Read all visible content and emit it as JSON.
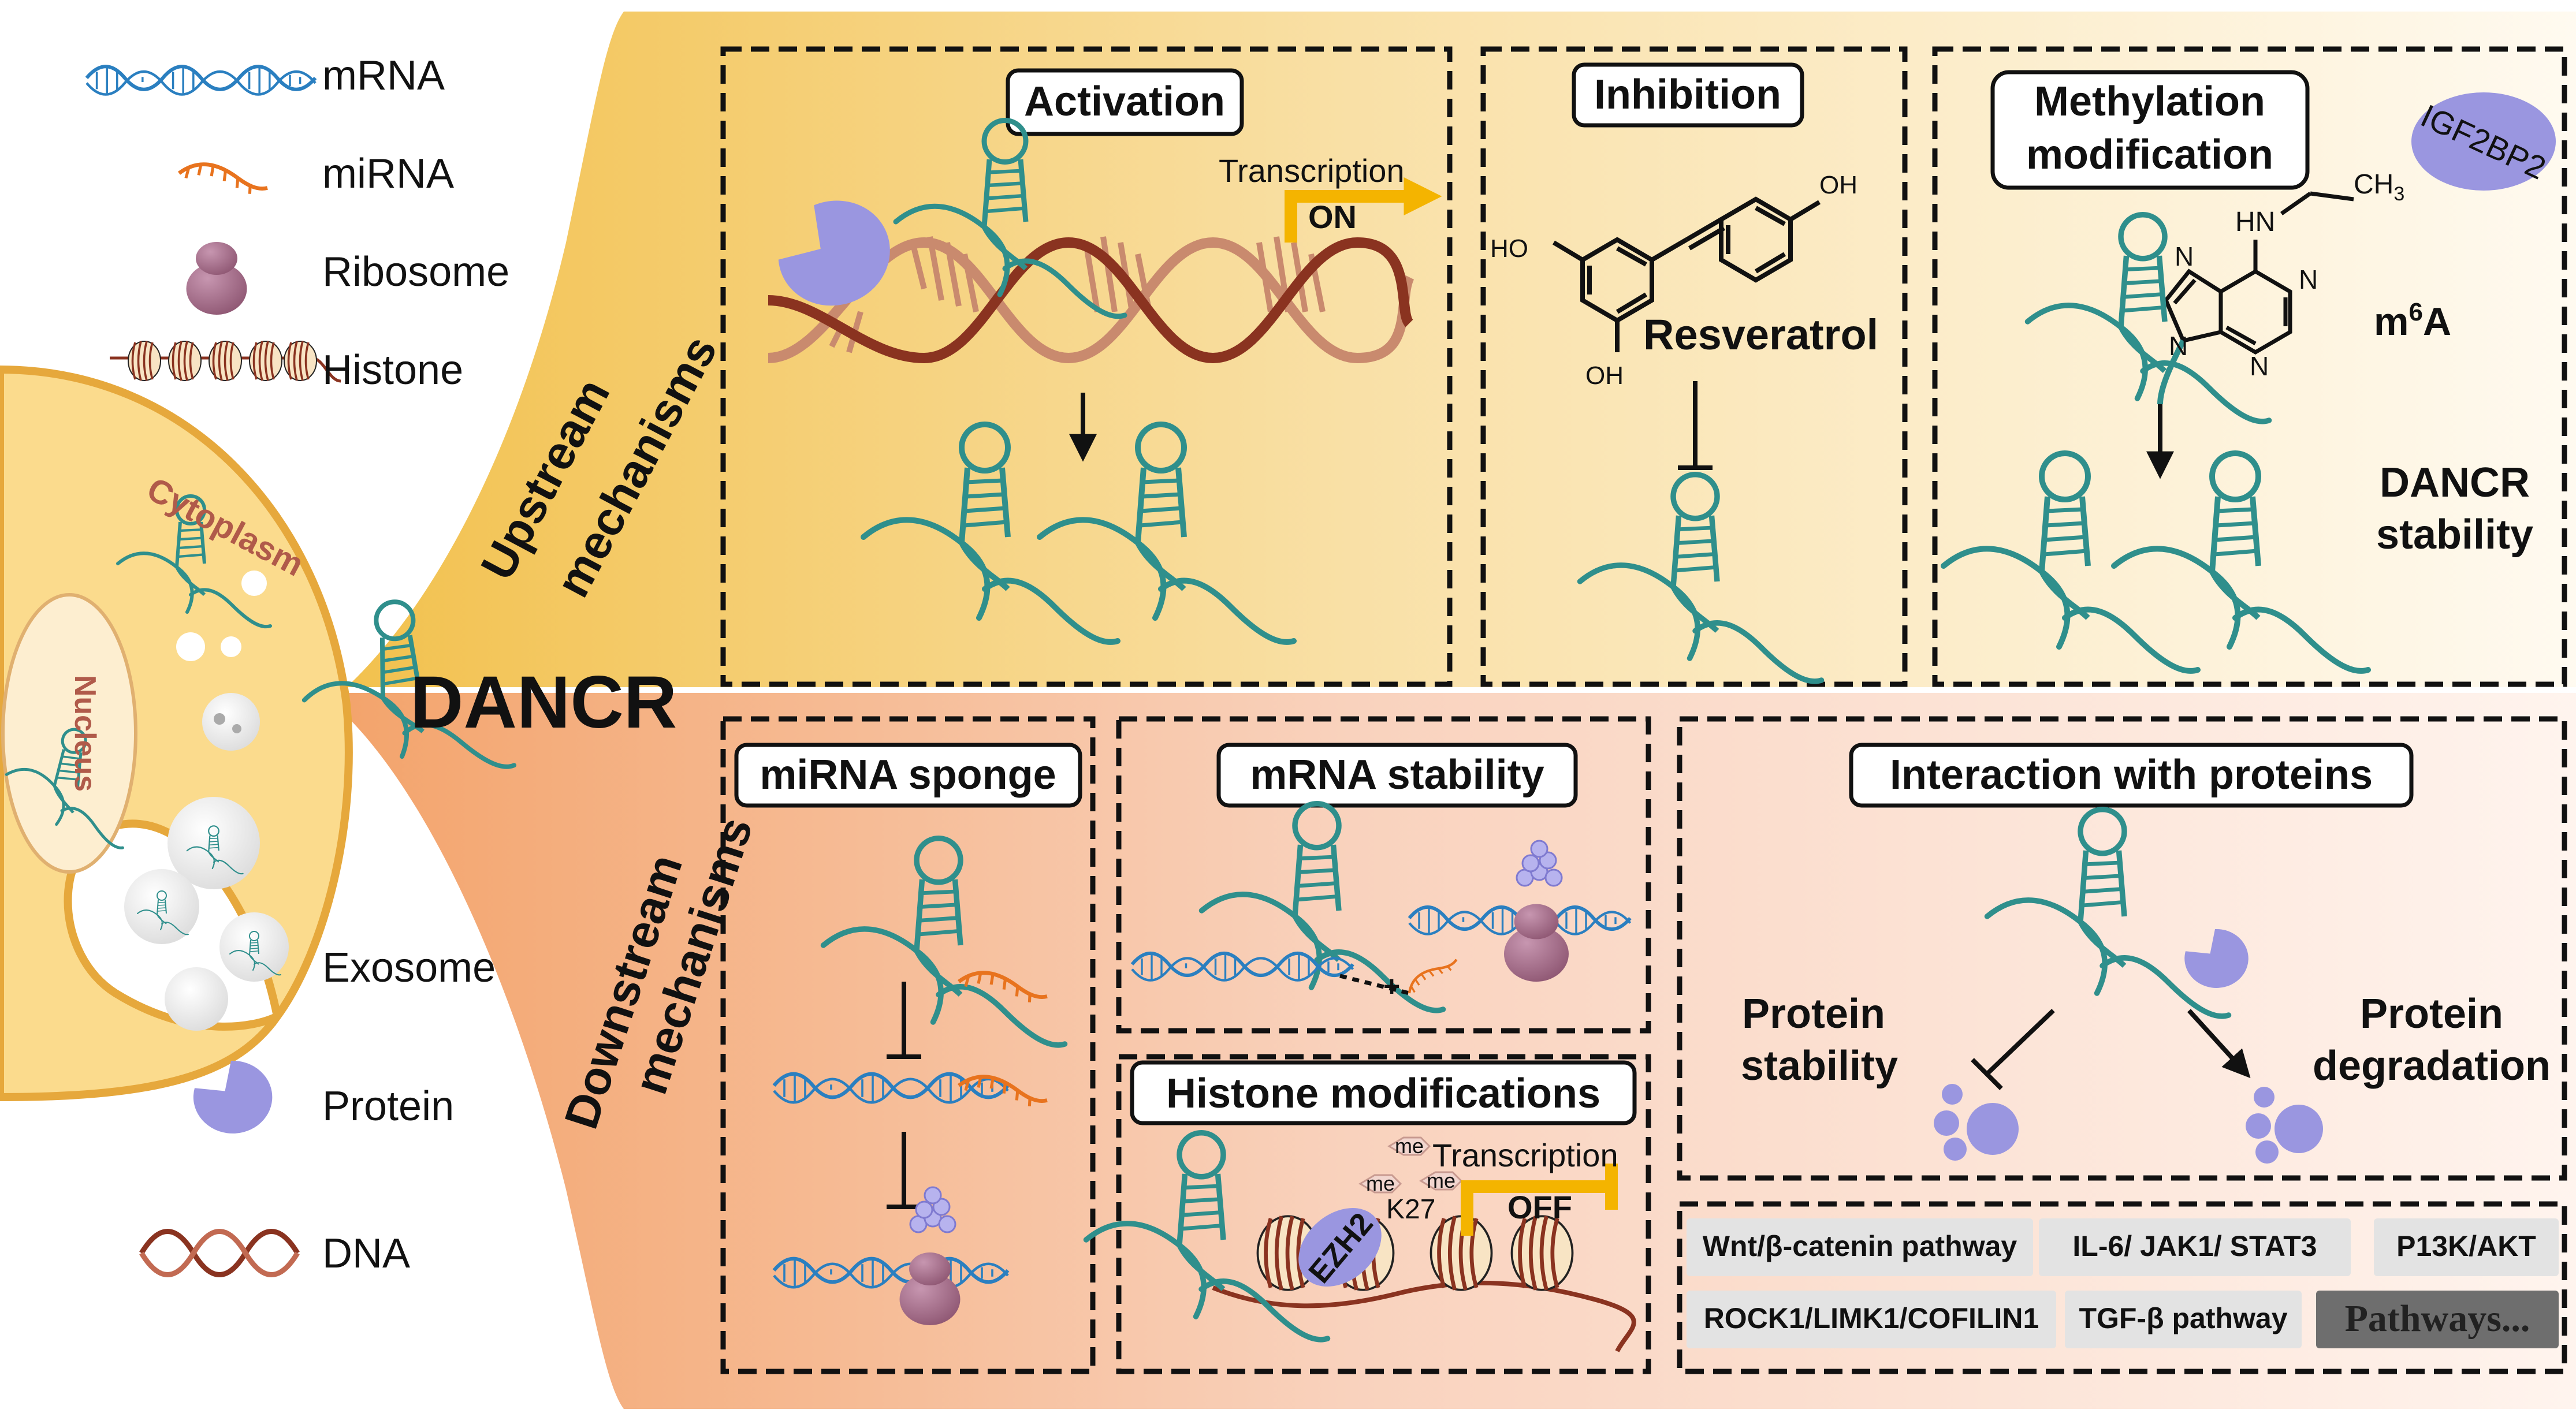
{
  "legend": {
    "mrna": "mRNA",
    "mirna": "miRNA",
    "ribosome": "Ribosome",
    "histone": "Histone",
    "exosome": "Exosome",
    "protein": "Protein",
    "dna": "DNA"
  },
  "cell": {
    "cytoplasm": "Cytoplasm",
    "nucleus": "Nucleus"
  },
  "center": {
    "title": "DANCR"
  },
  "upstream": {
    "side_label_1": "Upstream",
    "side_label_2": "mechanisms",
    "activation": {
      "title": "Activation",
      "transcription": "Transcription",
      "on": "ON"
    },
    "inhibition": {
      "title": "Inhibition",
      "compound": "Resveratrol",
      "oh_top": "OH",
      "ho_left": "HO",
      "oh_bottom": "OH"
    },
    "methylation": {
      "title_1": "Methylation",
      "title_2": "modification",
      "reader": "IGF2BP2",
      "hn": "HN",
      "ch3": "CH",
      "ch3_sub": "3",
      "n1": "N",
      "n2": "N",
      "n3": "N",
      "n4": "N",
      "m6a": "m",
      "m6a_sup": "6",
      "m6a_end": "A",
      "stability_1": "DANCR",
      "stability_2": "stability"
    }
  },
  "downstream": {
    "side_label_1": "Downstream",
    "side_label_2": "mechanisms",
    "sponge": {
      "title": "miRNA sponge"
    },
    "mrna_stability": {
      "title": "mRNA stability"
    },
    "histone_mod": {
      "title": "Histone modifications",
      "transcription": "Transcription",
      "off": "OFF",
      "enzyme": "EZH2",
      "mark": "K27",
      "me": "me"
    },
    "proteins": {
      "title": "Interaction with proteins",
      "left_1": "Protein",
      "left_2": "stability",
      "right_1": "Protein",
      "right_2": "degradation"
    },
    "pathways": [
      "Wnt/β-catenin pathway",
      "IL-6/ JAK1/ STAT3",
      "P13K/AKT",
      "ROCK1/LIMK1/COFILIN1",
      "TGF-β pathway",
      "Pathways..."
    ]
  },
  "colors": {
    "rna": "#2f8f8c",
    "mrna_blue": "#2a7fc0",
    "mirna_orange": "#e8731e",
    "ribosome": "#a36a86",
    "protein": "#9a96e0",
    "dna": "#8a3320",
    "cell_fill": "#fbdb8d",
    "cell_stroke": "#e6a83c",
    "transcription_arrow": "#f4b400"
  }
}
